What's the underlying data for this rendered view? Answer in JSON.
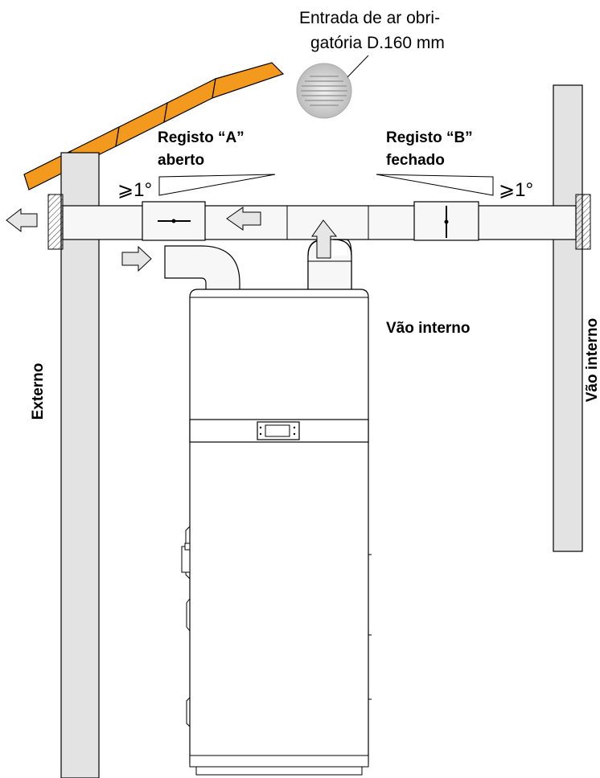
{
  "labels": {
    "air_intake_line1": "Entrada de ar obri-",
    "air_intake_line2": "gatória D.160 mm",
    "damper_a_line1": "Registo “A”",
    "damper_a_line2": "aberto",
    "damper_b_line1": "Registo “B”",
    "damper_b_line2": "fechado",
    "slope_left": "⩾1°",
    "slope_right": "⩾1°",
    "externo": "Externo",
    "vao_interno_center": "Vão interno",
    "vao_interno_vertical": "Vão interno"
  },
  "colors": {
    "roof_tile": "#F39A1E",
    "duct_fill": "#F7F7F7",
    "wall_fill": "#E3E3E3",
    "arrow_fill": "#E6E6E6",
    "outline": "#000000"
  }
}
